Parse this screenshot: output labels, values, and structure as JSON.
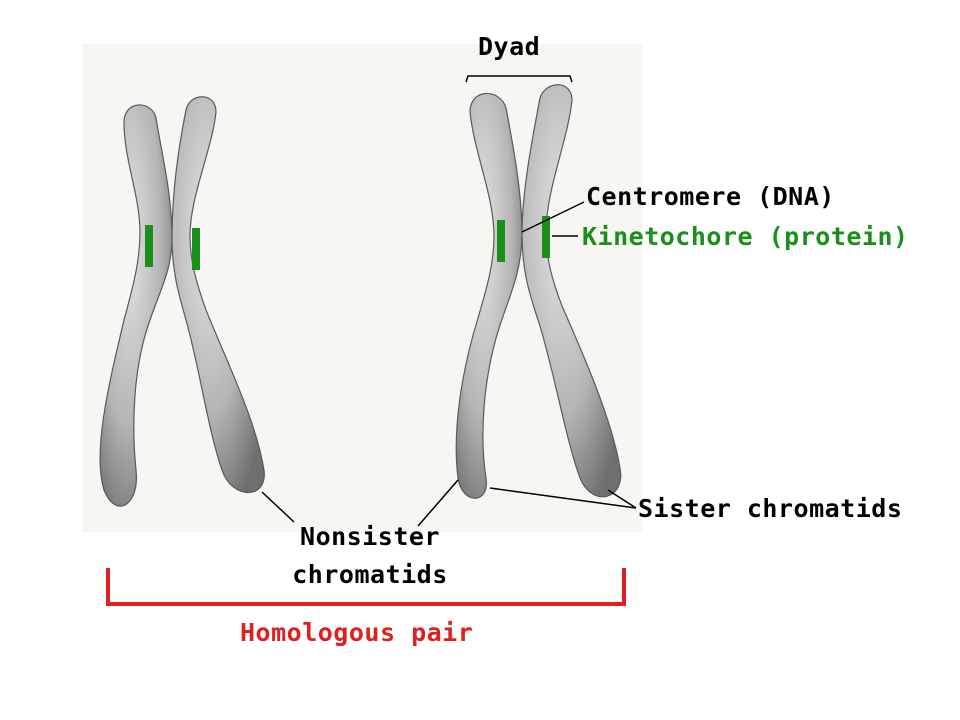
{
  "labels": {
    "dyad": "Dyad",
    "centromere": "Centromere (DNA)",
    "kinetochore": "Kinetochore (protein)",
    "sister_chromatids": "Sister chromatids",
    "nonsister_line1": "Nonsister",
    "nonsister_line2": "chromatids",
    "homologous_pair": "Homologous pair"
  },
  "colors": {
    "panel_background": "#f7f6f3",
    "chromosome": "#b9b9b9",
    "kinetochore": "#1a8f1a",
    "label_text": "#000000",
    "kinetochore_text": "#1a8f1a",
    "homologous_bracket": "#e02020"
  }
}
